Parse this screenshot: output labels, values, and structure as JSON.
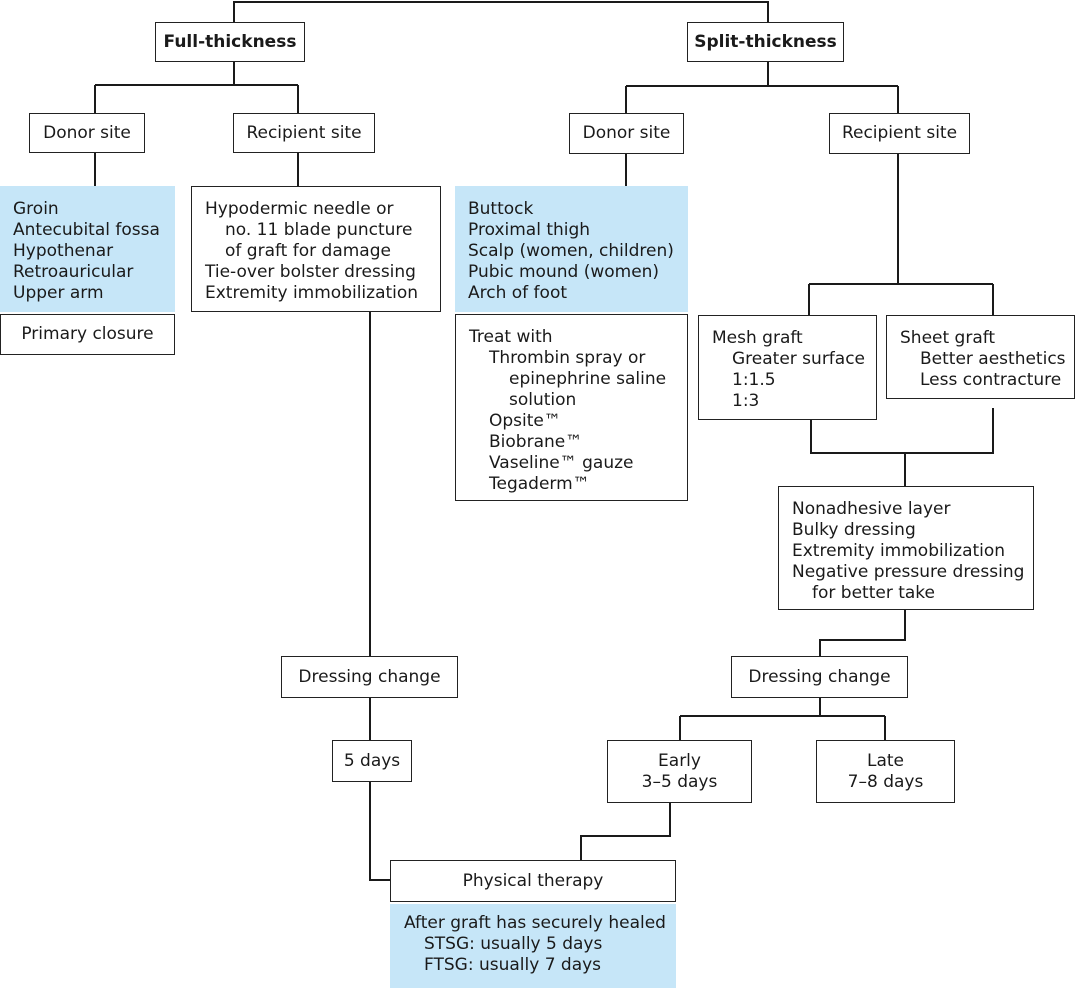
{
  "full_thickness": {
    "title": "Full-thickness",
    "donor_site": "Donor site",
    "recipient_site": "Recipient site",
    "donor_locations": [
      "Groin",
      "Antecubital fossa",
      "Hypothenar",
      "Retroauricular",
      "Upper arm"
    ],
    "primary_closure": "Primary closure",
    "recipient_care": [
      "Hypodermic needle or",
      "no. 11 blade puncture",
      "of graft for damage",
      "Tie-over bolster dressing",
      "Extremity immobilization"
    ],
    "dressing_change": "Dressing change",
    "timing": "5 days"
  },
  "split_thickness": {
    "title": "Split-thickness",
    "donor_site": "Donor site",
    "recipient_site": "Recipient site",
    "donor_locations": [
      "Buttock",
      "Proximal thigh",
      "Scalp (women, children)",
      "Pubic mound (women)",
      "Arch of foot"
    ],
    "donor_treatment": [
      "Treat with",
      "Thrombin spray or",
      "epinephrine saline",
      "solution",
      "Opsite™",
      "Biobrane™",
      "Vaseline™ gauze",
      "Tegaderm™"
    ],
    "mesh_graft": [
      "Mesh graft",
      "Greater surface",
      "1:1.5",
      "1:3"
    ],
    "sheet_graft": [
      "Sheet graft",
      "Better aesthetics",
      "Less contracture"
    ],
    "dressing_layers": [
      "Nonadhesive layer",
      "Bulky dressing",
      "Extremity immobilization",
      "Negative pressure dressing",
      "for better take"
    ],
    "dressing_change": "Dressing change",
    "early": [
      "Early",
      "3–5 days"
    ],
    "late": [
      "Late",
      "7–8 days"
    ]
  },
  "physical_therapy": {
    "title": "Physical therapy",
    "note": [
      "After graft has securely healed",
      "STSG: usually 5 days",
      "FTSG: usually 7 days"
    ]
  }
}
